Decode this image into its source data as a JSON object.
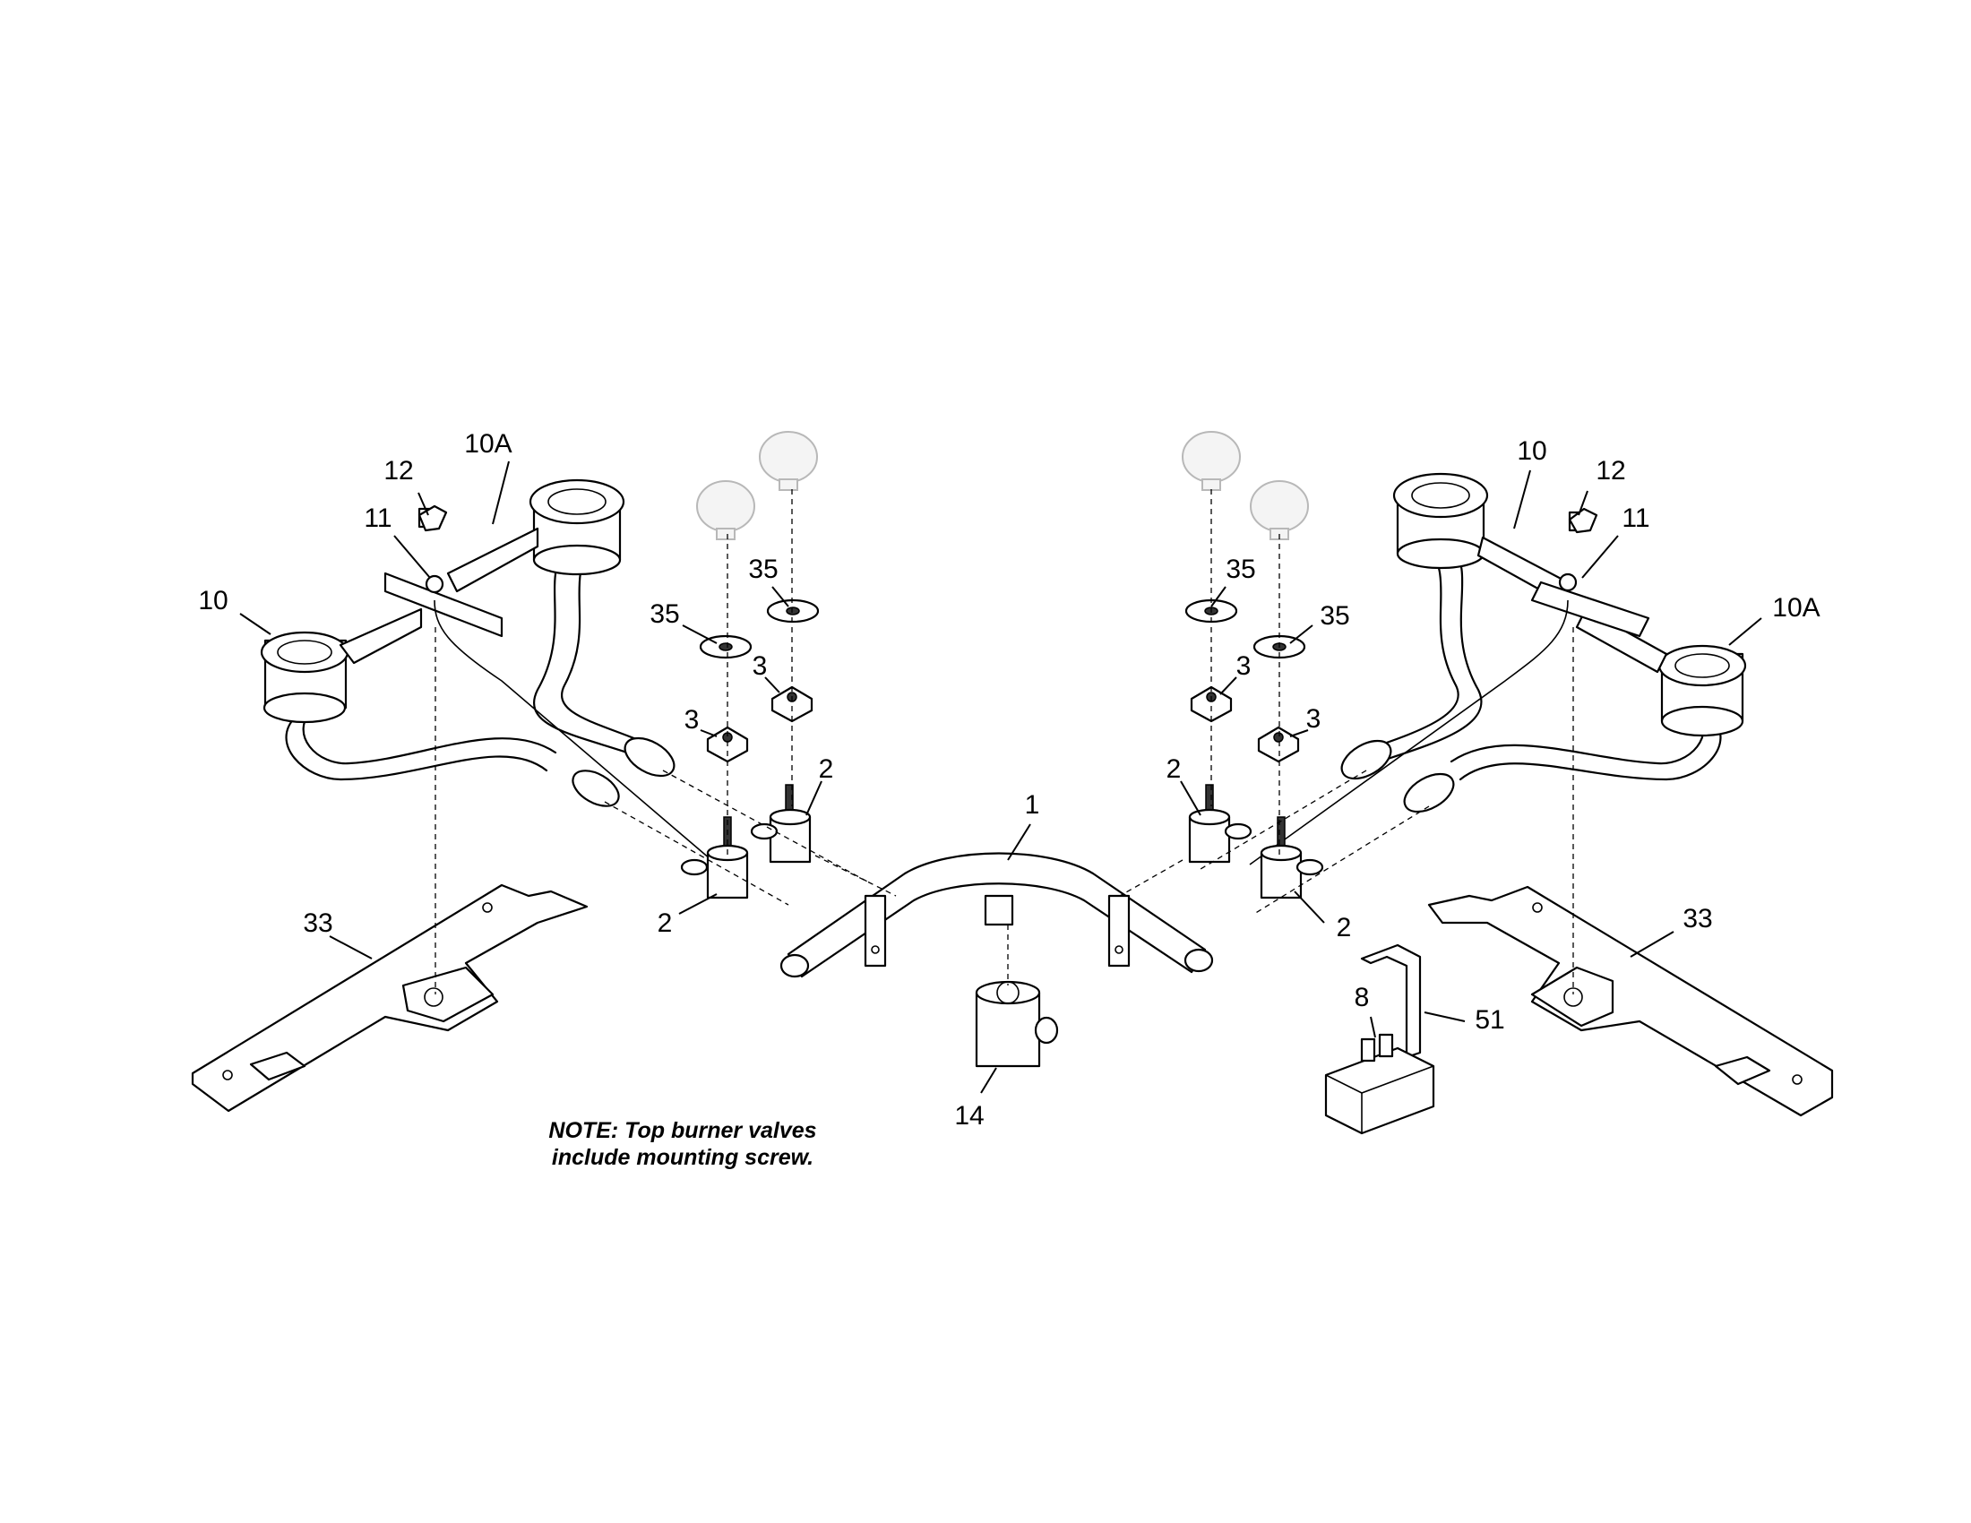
{
  "diagram": {
    "note_lines": [
      "NOTE: Top burner valves",
      "include mounting screw."
    ],
    "callouts": [
      {
        "id": "c-10A-left",
        "label": "10A"
      },
      {
        "id": "c-12-left",
        "label": "12"
      },
      {
        "id": "c-11-left",
        "label": "11"
      },
      {
        "id": "c-10-left",
        "label": "10"
      },
      {
        "id": "c-35-left-upper",
        "label": "35"
      },
      {
        "id": "c-35-left-lower",
        "label": "35"
      },
      {
        "id": "c-3-left-upper",
        "label": "3"
      },
      {
        "id": "c-3-left-lower",
        "label": "3"
      },
      {
        "id": "c-2-left-upper",
        "label": "2"
      },
      {
        "id": "c-2-left-lower",
        "label": "2"
      },
      {
        "id": "c-1",
        "label": "1"
      },
      {
        "id": "c-33-left",
        "label": "33"
      },
      {
        "id": "c-14",
        "label": "14"
      },
      {
        "id": "c-35-right-upper",
        "label": "35"
      },
      {
        "id": "c-35-right-lower",
        "label": "35"
      },
      {
        "id": "c-3-right-upper",
        "label": "3"
      },
      {
        "id": "c-3-right-lower",
        "label": "3"
      },
      {
        "id": "c-2-right-upper",
        "label": "2"
      },
      {
        "id": "c-2-right-lower",
        "label": "2"
      },
      {
        "id": "c-10-right",
        "label": "10"
      },
      {
        "id": "c-12-right",
        "label": "12"
      },
      {
        "id": "c-11-right",
        "label": "11"
      },
      {
        "id": "c-10A-right",
        "label": "10A"
      },
      {
        "id": "c-33-right",
        "label": "33"
      },
      {
        "id": "c-8",
        "label": "8"
      },
      {
        "id": "c-51",
        "label": "51"
      }
    ]
  }
}
